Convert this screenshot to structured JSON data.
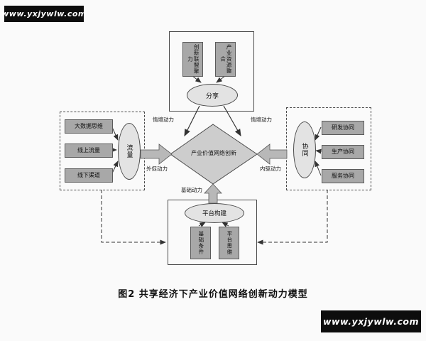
{
  "watermark": {
    "text": "www.yxjywlw.com"
  },
  "figure": {
    "caption": "图2  共享经济下产业价值网络创新动力模型",
    "center_label": "产业价值网络创新",
    "top": {
      "box1": "创新联盟聚力",
      "box2": "产业资源整合",
      "ellipse": "分享",
      "arrow_left": "情境动力",
      "arrow_right": "情境动力"
    },
    "left": {
      "box1": "大数据思维",
      "box2": "线上流量",
      "box3": "线下渠道",
      "ellipse": "流量",
      "arrow": "外促动力"
    },
    "right": {
      "box1": "研发协同",
      "box2": "生产协同",
      "box3": "服务协同",
      "ellipse": "协同",
      "arrow": "内驱动力"
    },
    "bottom": {
      "ellipse": "平台构建",
      "box1": "基础条件",
      "box2": "平台思维",
      "arrow": "基础动力"
    }
  }
}
